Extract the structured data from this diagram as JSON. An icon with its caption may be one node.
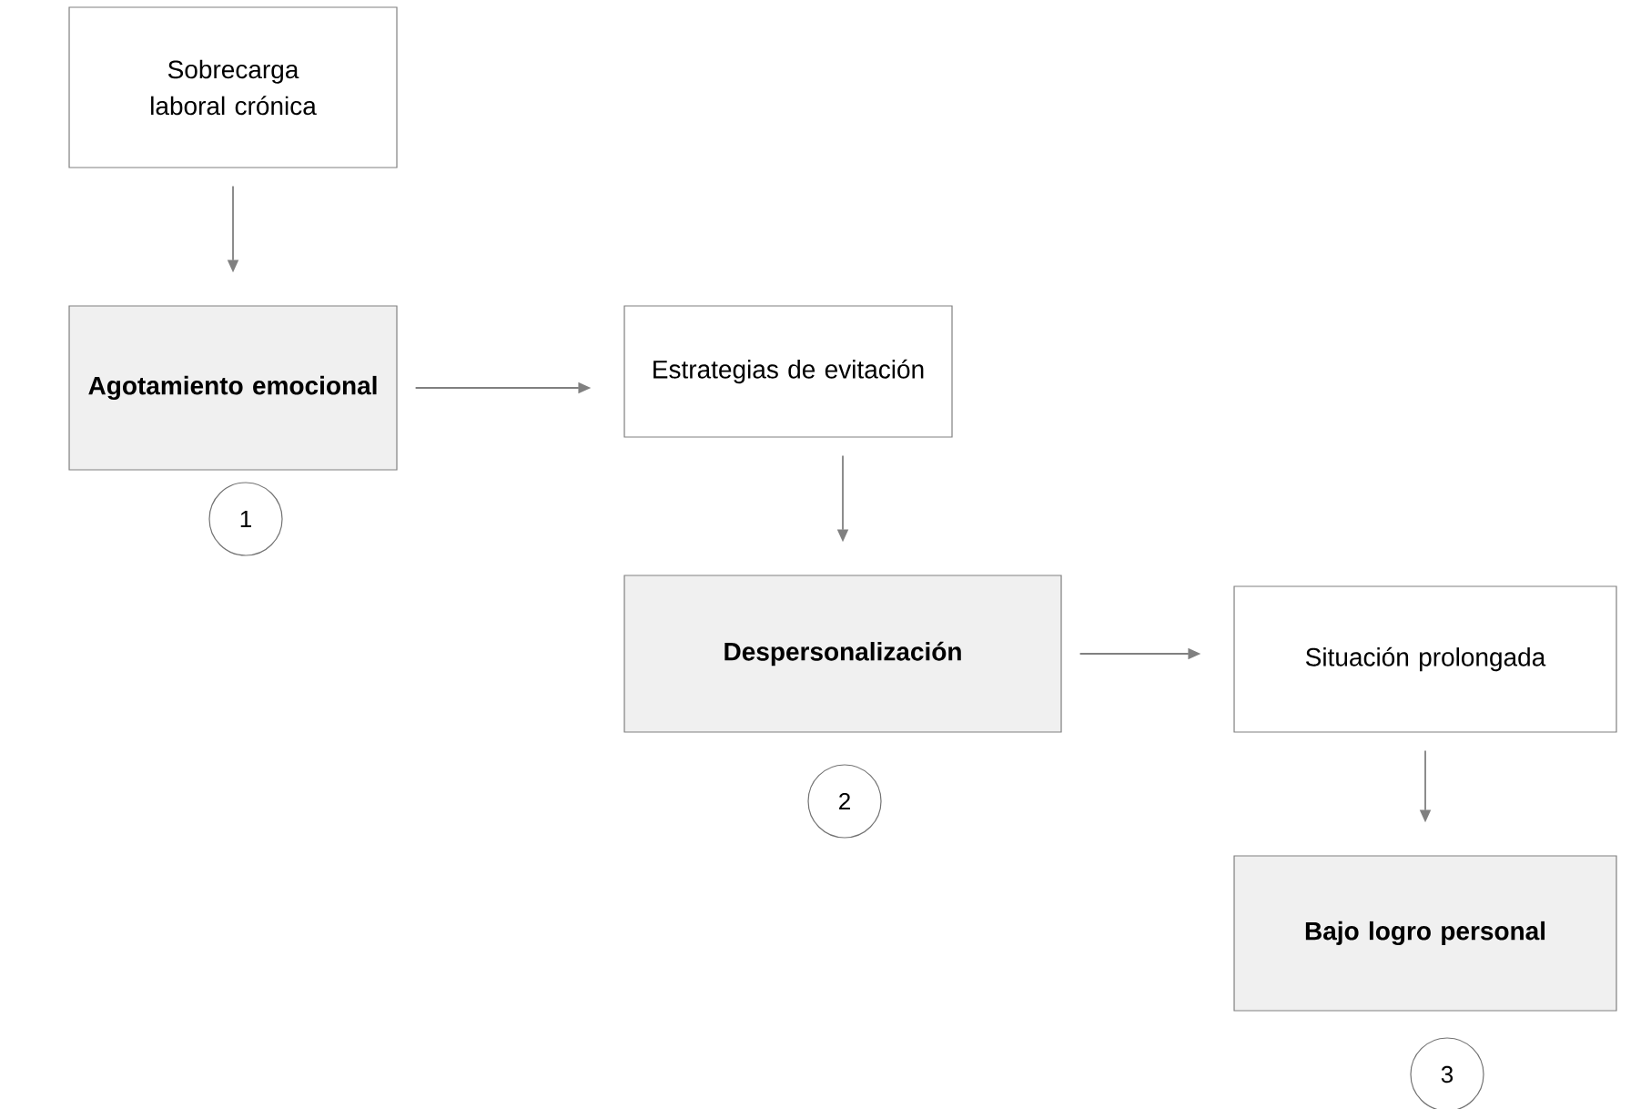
{
  "diagram": {
    "nodes": [
      {
        "text": [
          "Sobrecarga laboral crónica"
        ]
      },
      {
        "text": [
          "Agotamiento emocional"
        ]
      },
      {
        "text": [
          "Estrategias de evitación"
        ]
      },
      {
        "text": [
          "1"
        ]
      },
      {
        "text": [
          "Despersonalización"
        ]
      },
      {
        "text": [
          "Situación prolongada"
        ]
      },
      {
        "text": [
          "2"
        ]
      },
      {
        "text": [
          "Bajo logro personal"
        ]
      },
      {
        "text": [
          "3"
        ]
      }
    ],
    "edges": [
      {
        "from": 0,
        "to": 1,
        "arrow": "to"
      },
      {
        "from": 1,
        "to": 2,
        "arrow": "to"
      },
      {
        "from": 2,
        "to": 4,
        "arrow": "to"
      },
      {
        "from": 4,
        "to": 5,
        "arrow": "to"
      },
      {
        "from": 5,
        "to": 7,
        "arrow": "to"
      }
    ]
  }
}
